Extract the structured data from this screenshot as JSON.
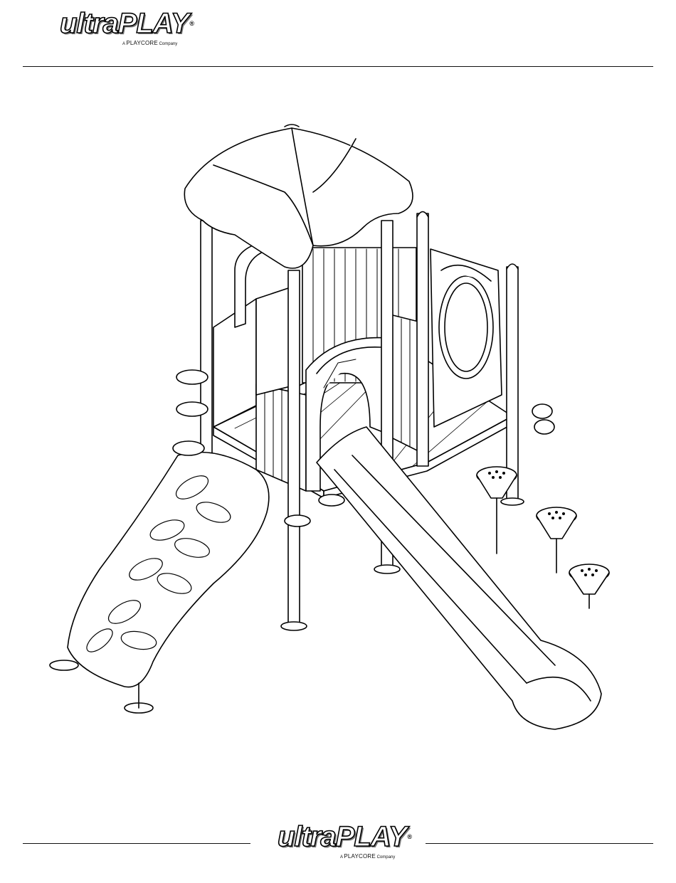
{
  "header": {
    "logo_text": "ultraPLAY",
    "registered_mark": "®",
    "tagline_prefix": "A",
    "tagline_brand": "PLAYCORE",
    "tagline_suffix": "Company"
  },
  "footer": {
    "logo_text": "ultraPLAY",
    "registered_mark": "®",
    "tagline_prefix": "A",
    "tagline_brand": "PLAYCORE",
    "tagline_suffix": "Company"
  },
  "illustration": {
    "subject": "playground-structure",
    "components": [
      "canopy-roof",
      "posts",
      "deck-floor",
      "arch-entry-panel",
      "curved-slide",
      "leaf-climbing-wall",
      "spiral-climbers",
      "spinning-stepping-pods",
      "steering-wheel-panel",
      "ground-anchors"
    ]
  }
}
